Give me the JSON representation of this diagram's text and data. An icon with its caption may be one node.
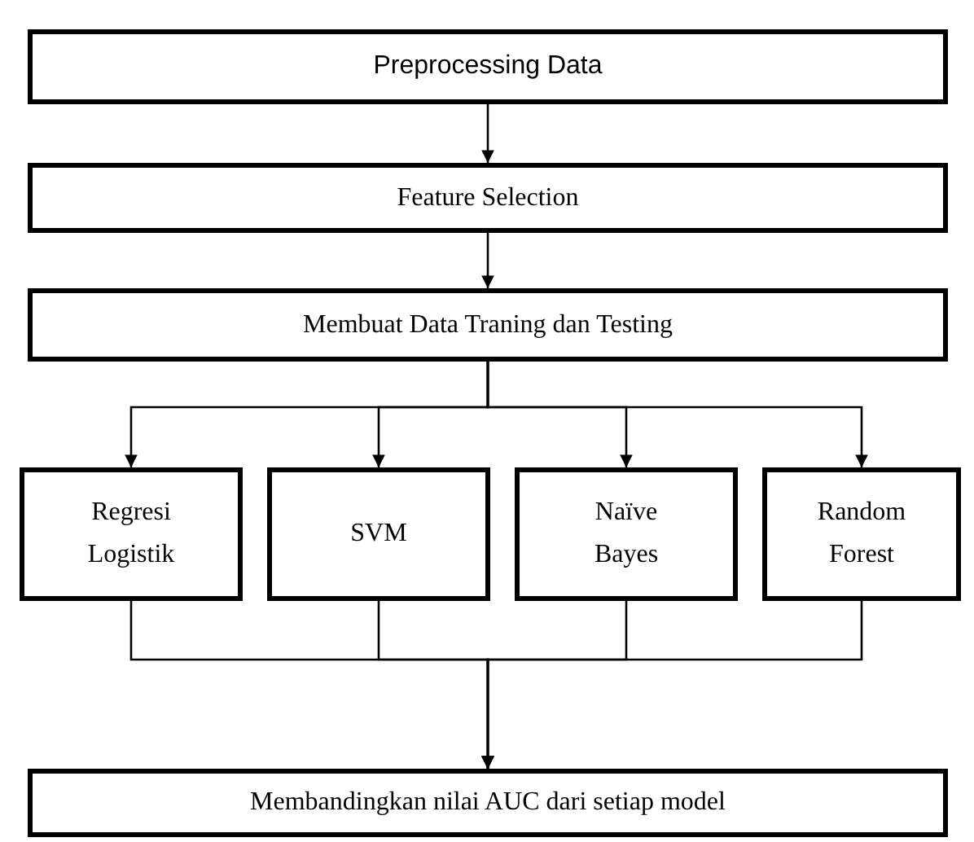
{
  "diagram": {
    "nodes": [
      {
        "text": [
          "Preprocessing Data"
        ]
      },
      {
        "text": [
          "Feature Selection"
        ]
      },
      {
        "text": [
          "Membuat Data Traning dan Testing"
        ]
      },
      {
        "text": [
          "Regresi Logistik"
        ]
      },
      {
        "text": [
          "SVM"
        ]
      },
      {
        "text": [
          "Naïve Bayes"
        ]
      },
      {
        "text": [
          "Random Forest"
        ]
      },
      {
        "text": [
          "Membandingkan nilai AUC dari setiap model"
        ]
      }
    ],
    "edges": [
      {
        "from": 0,
        "to": 1,
        "arrow": "to"
      },
      {
        "from": 1,
        "to": 2,
        "arrow": "to"
      },
      {
        "from": 2,
        "to": 3,
        "arrow": "to"
      },
      {
        "from": 2,
        "to": 4,
        "arrow": "to"
      },
      {
        "from": 2,
        "to": 5,
        "arrow": "to"
      },
      {
        "from": 2,
        "to": 6,
        "arrow": "to"
      },
      {
        "from": 3,
        "to": 7,
        "arrow": "to"
      },
      {
        "from": 4,
        "to": 7,
        "arrow": "to"
      },
      {
        "from": 5,
        "to": 7,
        "arrow": "to"
      },
      {
        "from": 6,
        "to": 7,
        "arrow": "to"
      }
    ]
  }
}
